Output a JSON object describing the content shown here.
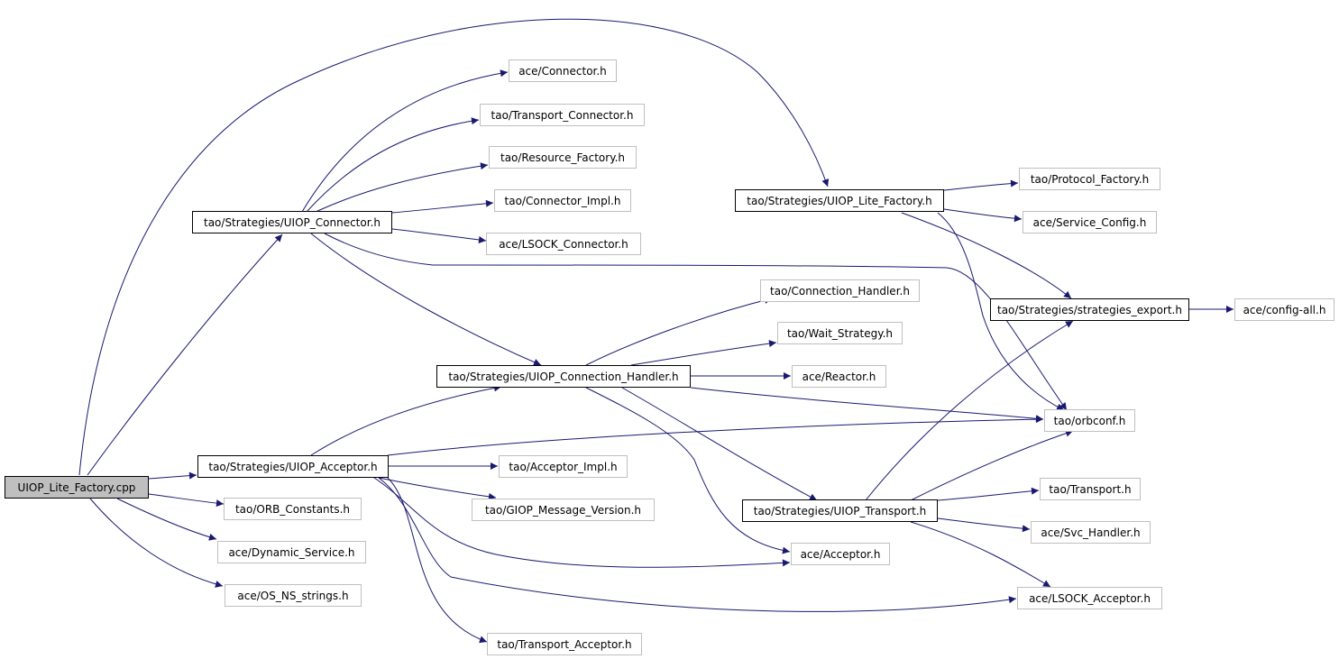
{
  "graph": {
    "edge_color": "#191970",
    "root_fill": "#bfbfbf",
    "nodes": {
      "root": "UIOP_Lite_Factory.cpp",
      "connector_h": "tao/Strategies/UIOP_Connector.h",
      "acceptor_h": "tao/Strategies/UIOP_Acceptor.h",
      "orb_constants": "tao/ORB_Constants.h",
      "dynamic_service": "ace/Dynamic_Service.h",
      "os_ns_strings": "ace/OS_NS_strings.h",
      "ace_connector": "ace/Connector.h",
      "transport_connector": "tao/Transport_Connector.h",
      "resource_factory": "tao/Resource_Factory.h",
      "connector_impl": "tao/Connector_Impl.h",
      "lsock_connector": "ace/LSOCK_Connector.h",
      "connection_handler_h": "tao/Strategies/UIOP_Connection_Handler.h",
      "acceptor_impl": "tao/Acceptor_Impl.h",
      "giop_message_version": "tao/GIOP_Message_Version.h",
      "transport_acceptor": "tao/Transport_Acceptor.h",
      "tao_connection_handler": "tao/Connection_Handler.h",
      "wait_strategy": "tao/Wait_Strategy.h",
      "ace_reactor": "ace/Reactor.h",
      "lite_factory_h": "tao/Strategies/UIOP_Lite_Factory.h",
      "transport_h": "tao/Strategies/UIOP_Transport.h",
      "ace_acceptor": "ace/Acceptor.h",
      "protocol_factory": "tao/Protocol_Factory.h",
      "service_config": "ace/Service_Config.h",
      "strategies_export": "tao/Strategies/strategies_export.h",
      "orbconf": "tao/orbconf.h",
      "tao_transport": "tao/Transport.h",
      "svc_handler": "ace/Svc_Handler.h",
      "lsock_acceptor": "ace/LSOCK_Acceptor.h",
      "config_all": "ace/config-all.h"
    }
  }
}
